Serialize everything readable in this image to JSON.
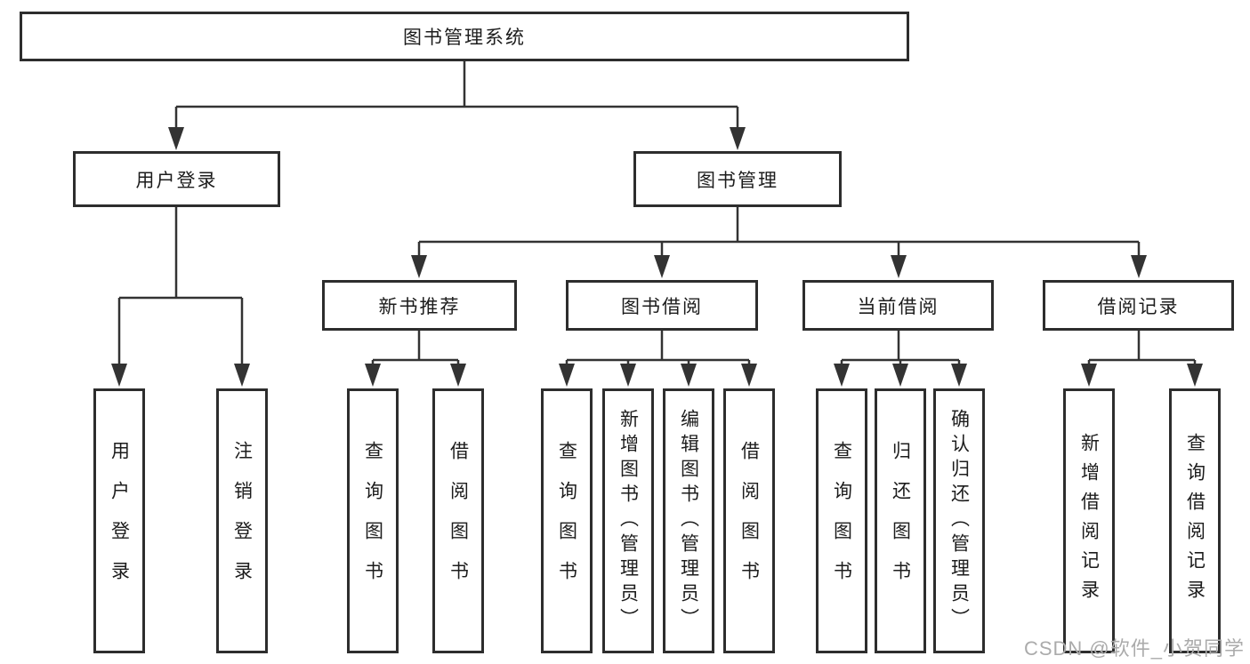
{
  "diagram_title": "图书管理系统",
  "tree": {
    "label": "图书管理系统",
    "children": [
      {
        "label": "用户登录",
        "children": [
          {
            "label": "用户登录"
          },
          {
            "label": "注销登录"
          }
        ]
      },
      {
        "label": "图书管理",
        "children": [
          {
            "label": "新书推荐",
            "children": [
              {
                "label": "查询图书"
              },
              {
                "label": "借阅图书"
              }
            ]
          },
          {
            "label": "图书借阅",
            "children": [
              {
                "label": "查询图书"
              },
              {
                "label": "新增图书（管理员）"
              },
              {
                "label": "编辑图书（管理员）"
              },
              {
                "label": "借阅图书"
              }
            ]
          },
          {
            "label": "当前借阅",
            "children": [
              {
                "label": "查询图书"
              },
              {
                "label": "归还图书"
              },
              {
                "label": "确认归还（管理员）"
              }
            ]
          },
          {
            "label": "借阅记录",
            "children": [
              {
                "label": "新增借阅记录"
              },
              {
                "label": "查询借阅记录"
              }
            ]
          }
        ]
      }
    ]
  },
  "watermark": "CSDN @软件_小贺同学",
  "colors": {
    "line": "#333333",
    "box_border": "#2d2d2d",
    "text": "#1c1c1c",
    "watermark": "#ababab",
    "background": "#ffffff"
  }
}
